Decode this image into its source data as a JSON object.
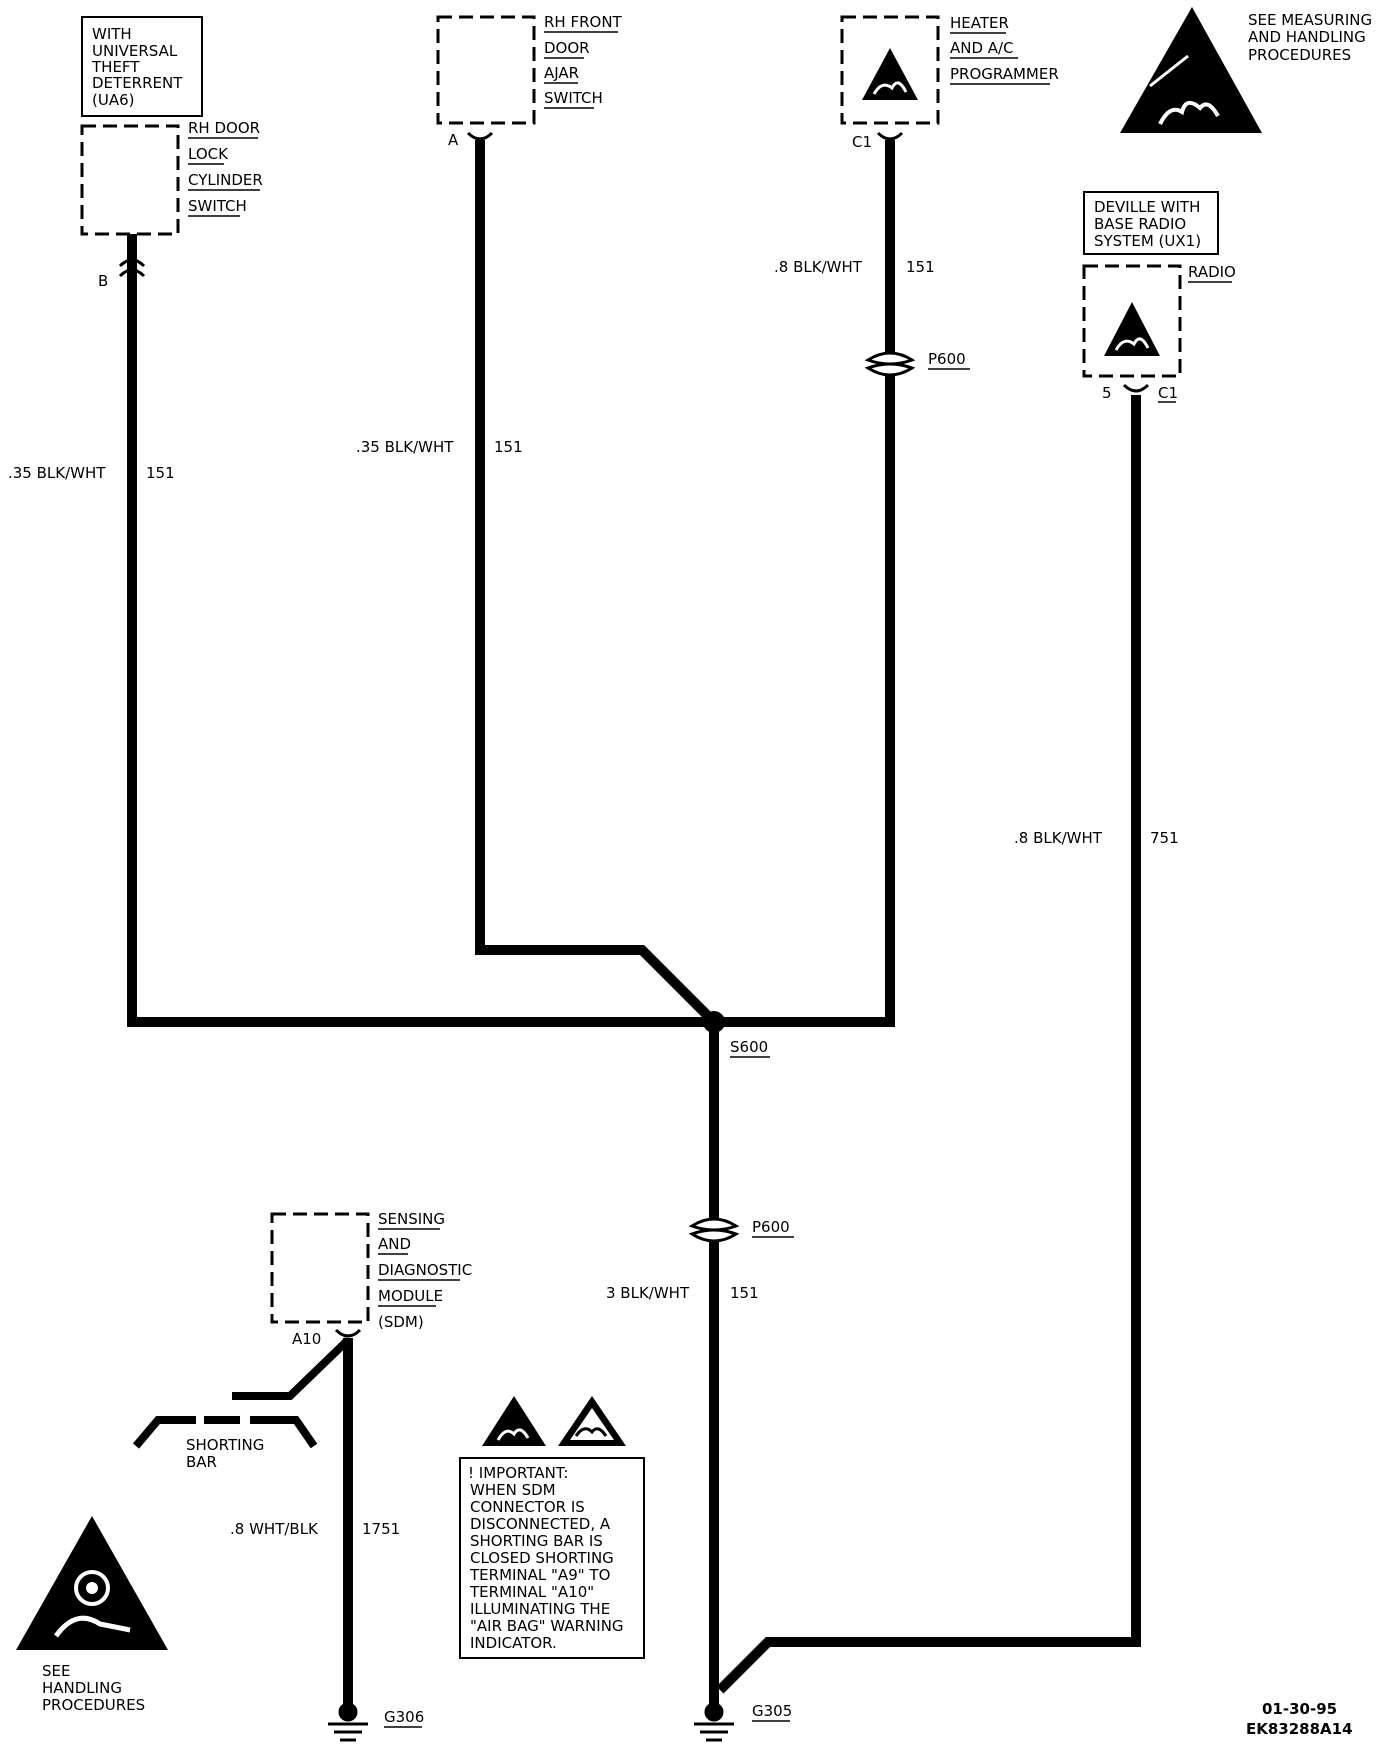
{
  "boxes": {
    "uts_note": [
      "WITH",
      "UNIVERSAL",
      "THEFT",
      "DETERRENT",
      "(UA6)"
    ],
    "rh_door_lock": [
      "RH DOOR",
      "LOCK",
      "CYLINDER",
      "SWITCH"
    ],
    "rh_front_door": [
      "RH FRONT",
      "DOOR",
      "AJAR",
      "SWITCH"
    ],
    "heater": [
      "HEATER",
      "AND A/C",
      "PROGRAMMER"
    ],
    "esd_note": [
      "SEE MEASURING",
      "AND HANDLING",
      "PROCEDURES"
    ],
    "deville_note": [
      "DEVILLE WITH",
      "BASE RADIO",
      "SYSTEM (UX1)"
    ],
    "radio": [
      "RADIO"
    ],
    "sdm": [
      "SENSING",
      "AND",
      "DIAGNOSTIC",
      "MODULE",
      "(SDM)"
    ]
  },
  "pins": {
    "lock_b": "B",
    "door_a": "A",
    "heater_c1": "C1",
    "radio_5": "5",
    "radio_c1": "C1",
    "sdm_a10": "A10"
  },
  "wires": {
    "lock": {
      "color": ".35 BLK/WHT",
      "circuit": "151"
    },
    "door": {
      "color": ".35 BLK/WHT",
      "circuit": "151"
    },
    "heater": {
      "color": ".8 BLK/WHT",
      "circuit": "151"
    },
    "radio": {
      "color": ".8 BLK/WHT",
      "circuit": "751"
    },
    "ground": {
      "color": "3 BLK/WHT",
      "circuit": "151"
    },
    "sdm": {
      "color": ".8 WHT/BLK",
      "circuit": "1751"
    }
  },
  "connectors": {
    "p600_top": "P600",
    "p600_bottom": "P600",
    "splice": "S600",
    "ground_left": "G306",
    "ground_right": "G305"
  },
  "shorting_bar": [
    "SHORTING",
    "BAR"
  ],
  "important_note": [
    "! IMPORTANT:",
    "WHEN SDM",
    "CONNECTOR IS",
    "DISCONNECTED, A",
    "SHORTING BAR IS",
    "CLOSED SHORTING",
    "TERMINAL \"A9\" TO",
    "TERMINAL \"A10\"",
    "ILLUMINATING THE",
    "\"AIR BAG\" WARNING",
    "INDICATOR."
  ],
  "handling_note": [
    "SEE",
    "HANDLING",
    "PROCEDURES"
  ],
  "footer": {
    "date": "01-30-95",
    "code": "EK83288A14"
  },
  "icons": {
    "esd_warning": "esd-warning-icon",
    "esd_box": "esd-sensitive-icon",
    "airbag": "airbag-warning-icon",
    "ground": "ground-icon"
  }
}
